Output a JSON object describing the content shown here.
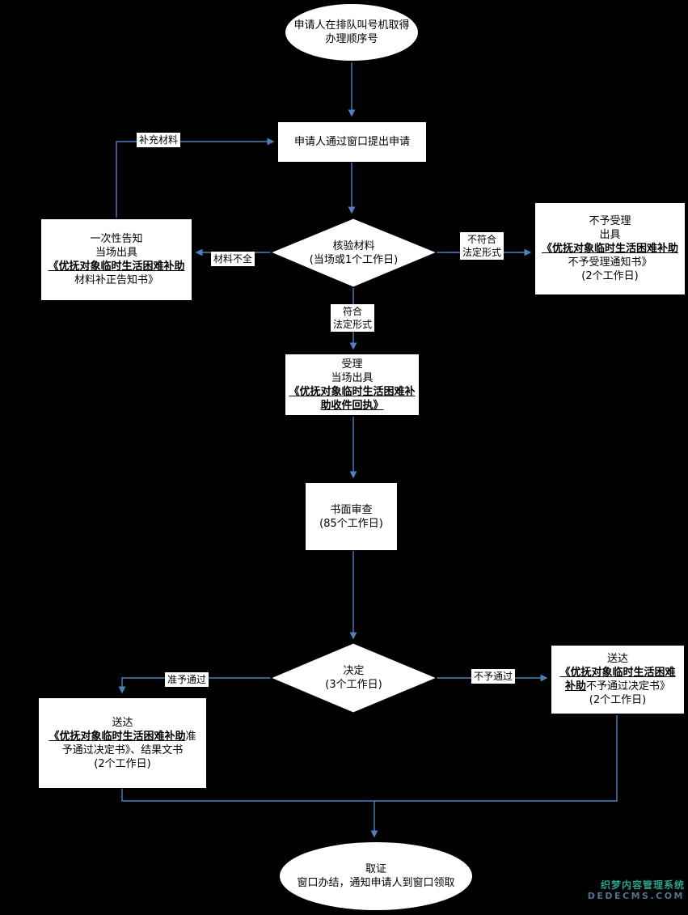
{
  "colors": {
    "background": "#000000",
    "node_fill": "#ffffff",
    "node_border": "#000000",
    "arrow": "#4f81bd",
    "text": "#000000",
    "watermark_primary": "#2f9e8e",
    "watermark_secondary": "#56718f"
  },
  "nodes": {
    "start": {
      "lines": [
        "申请人在排队叫号机取得",
        "办理顺序号"
      ]
    },
    "apply": {
      "label": "申请人通过窗口提出申请"
    },
    "verify": {
      "lines": [
        "核验材料",
        "(当场或1个工作日)"
      ]
    },
    "notice": {
      "line1": "一次性告知",
      "line2": "当场出具",
      "line3_em": "《优抚对象临时生活困难补助",
      "line4": "材料补正告知书》"
    },
    "reject": {
      "line1": "不予受理",
      "line2": "出具",
      "line3_em": "《优抚对象临时生活困难补助",
      "line4": "不予受理通知书》",
      "line5": "(2个工作日)"
    },
    "accept": {
      "line1": "受理",
      "line2": "当场出具",
      "line3_em": "《优抚对象临时生活困难补",
      "line4_em": "助收件回执》"
    },
    "review": {
      "lines": [
        "书面审查",
        "(85个工作日)"
      ]
    },
    "decide": {
      "lines": [
        "决定",
        "(3个工作日)"
      ]
    },
    "approve": {
      "line1": "送达",
      "line2_em": "《优抚对象临时生活困难补助",
      "line2_tail": "准",
      "line3": "予通过决定书》、结果文书",
      "line4": "(2个工作日)"
    },
    "deny": {
      "line1": "送达",
      "line2_em": "《优抚对象临时生活困难",
      "line3_em": "补助",
      "line3_tail": "不予通过决定书》",
      "line4": "(2个工作日)"
    },
    "end": {
      "lines": [
        "取证",
        "窗口办结，通知申请人到窗口领取"
      ]
    }
  },
  "edge_labels": {
    "supplement": "补充材料",
    "incomplete": "材料不全",
    "nonconforming": [
      "不符合",
      "法定形式"
    ],
    "conforming": [
      "符合",
      "法定形式"
    ],
    "approved": "准予通过",
    "denied": "不予通过"
  },
  "watermark": {
    "line1": "织梦内容管理系统",
    "line2": "DEDECMS.COM"
  }
}
